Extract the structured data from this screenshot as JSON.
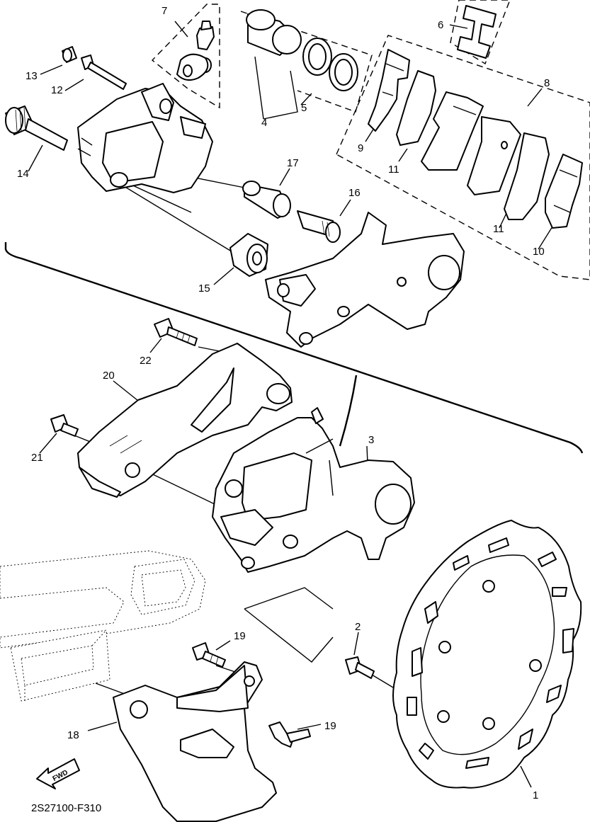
{
  "diagram_code": "2S27100-F310",
  "fwd_label": "FWD",
  "callouts": {
    "p1": "1",
    "p2": "2",
    "p3": "3",
    "p4": "4",
    "p5": "5",
    "p6": "6",
    "p7": "7",
    "p8": "8",
    "p9": "9",
    "p10": "10",
    "p11a": "11",
    "p11b": "11",
    "p12": "12",
    "p13": "13",
    "p14": "14",
    "p15": "15",
    "p16": "16",
    "p17": "17",
    "p18": "18",
    "p19a": "19",
    "p19b": "19",
    "p20": "20",
    "p21": "21",
    "p22": "22"
  }
}
